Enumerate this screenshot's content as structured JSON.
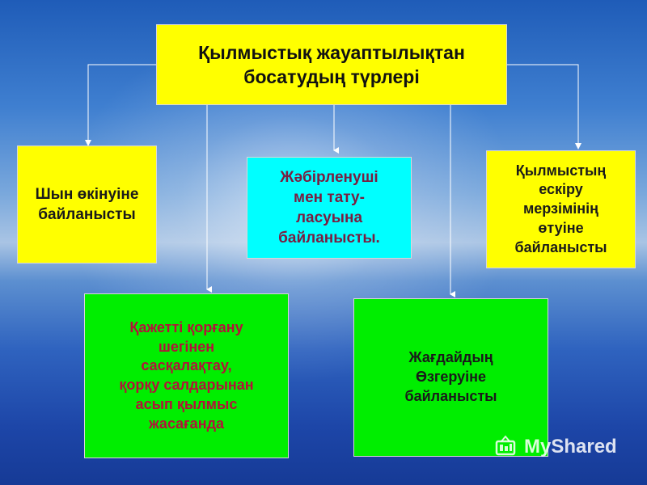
{
  "title": "Қылмыстық жауаптылықтан\nбосатудың түрлері",
  "branches": {
    "remorse": "Шын өкінуіне\nбайланысты",
    "reconciliation": "Жәбірленуші\nмен тату-\nласуына\nбайланысты.",
    "limitation": "Қылмыстың\nескіру\nмерзімінің\nөтуіне\nбайланысты",
    "self_defense": "Қажетті қорғану\nшегінен\nсасқалақтау,\nқорқу салдарынан\nасып қылмыс\nжасағанда",
    "circumstance": "Жағдайдың\nӨзгеруіне\nбайланысты"
  },
  "watermark": {
    "text": "MyShared",
    "icon": "myshared-logo-icon"
  },
  "colors": {
    "title_fill": "#ffff00",
    "remorse_fill": "#ffff00",
    "reconciliation_fill": "#00ffff",
    "limitation_fill": "#ffff00",
    "self_defense_fill": "#00ee00",
    "circumstance_fill": "#00ee00",
    "connector": "#ffffff"
  }
}
